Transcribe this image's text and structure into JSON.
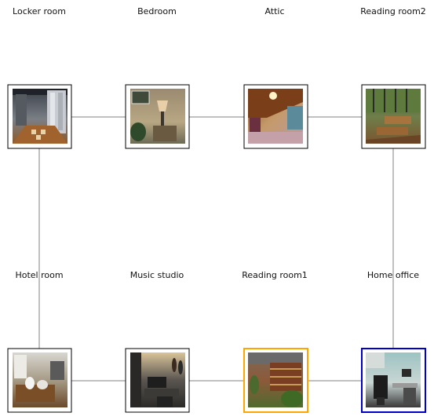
{
  "rooms": [
    {
      "id": "locker",
      "label": "Locker room",
      "highlight": "none"
    },
    {
      "id": "bedroom",
      "label": "Bedroom",
      "highlight": "none"
    },
    {
      "id": "attic",
      "label": "Attic",
      "highlight": "none"
    },
    {
      "id": "reading2",
      "label": "Reading room2",
      "highlight": "none"
    },
    {
      "id": "hotel",
      "label": "Hotel room",
      "highlight": "none"
    },
    {
      "id": "music",
      "label": "Music studio",
      "highlight": "none"
    },
    {
      "id": "reading1",
      "label": "Reading room1",
      "highlight": "orange"
    },
    {
      "id": "office",
      "label": "Home office",
      "highlight": "blue"
    }
  ],
  "grid": {
    "rows": 2,
    "columns": 4
  },
  "connections": [
    [
      "locker",
      "bedroom"
    ],
    [
      "bedroom",
      "attic"
    ],
    [
      "attic",
      "reading2"
    ],
    [
      "locker",
      "hotel"
    ],
    [
      "reading2",
      "office"
    ],
    [
      "hotel",
      "music"
    ],
    [
      "music",
      "reading1"
    ],
    [
      "reading1",
      "office"
    ]
  ],
  "colors": {
    "edge": "#808080",
    "frame_default": "#000000",
    "highlight_orange": "#ffa500",
    "highlight_blue": "#0000cc"
  }
}
